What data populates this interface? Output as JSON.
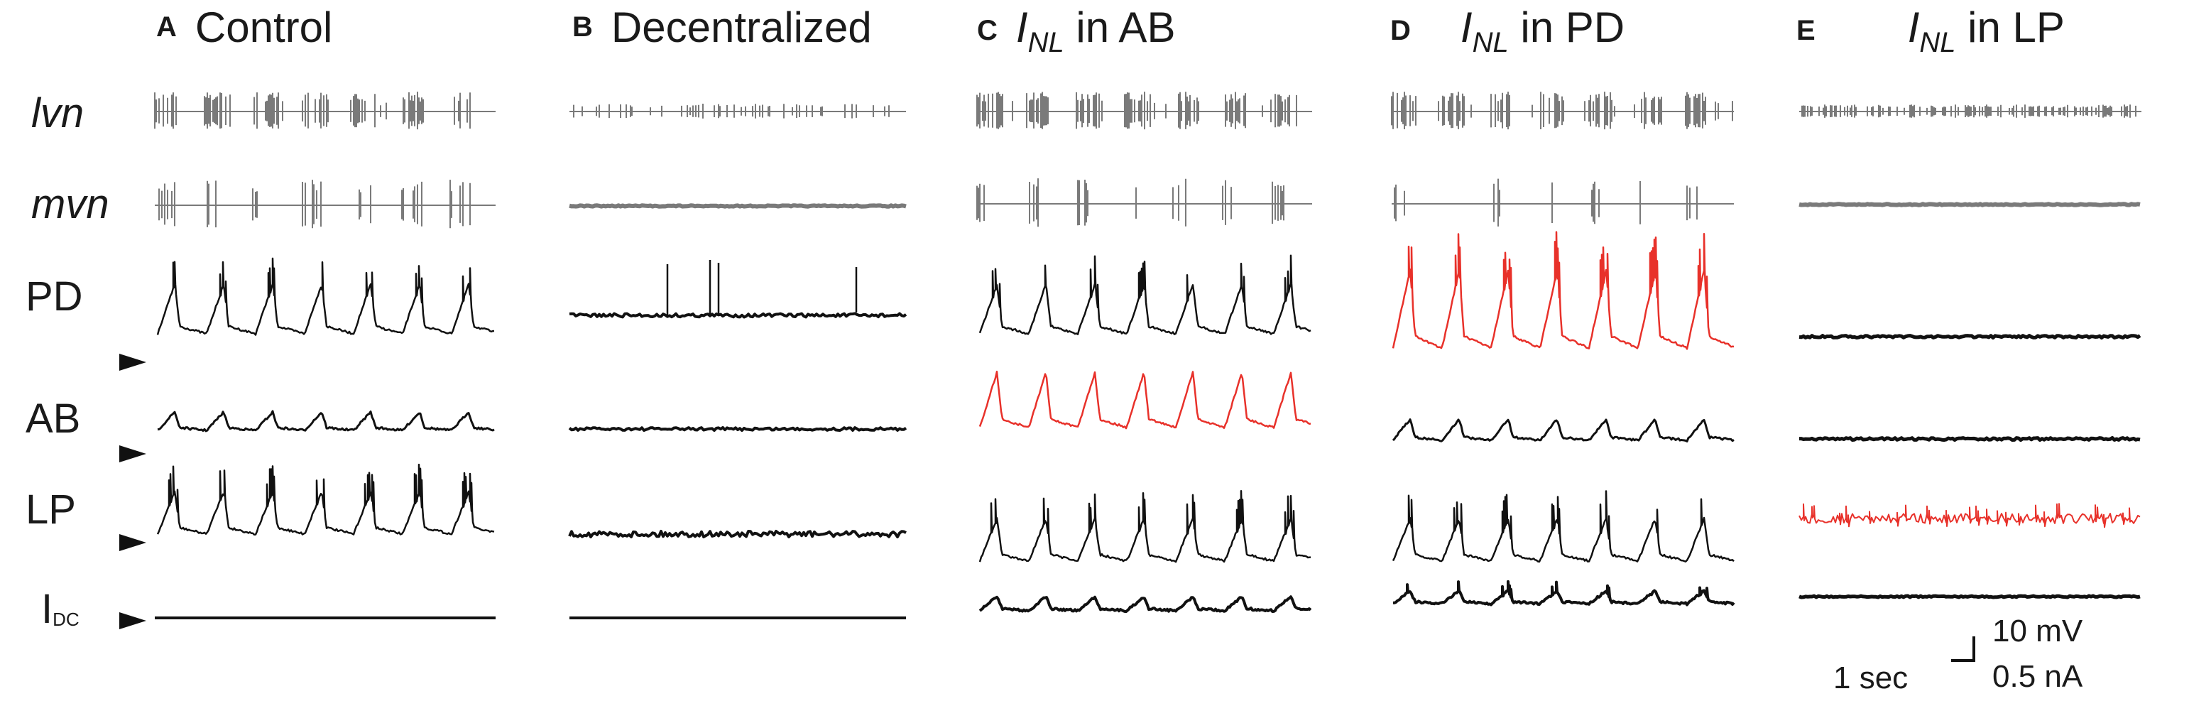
{
  "panels": [
    {
      "letter": "A",
      "title_pre": "",
      "title_main": "Control",
      "title_sub": "",
      "title_post": ""
    },
    {
      "letter": "B",
      "title_pre": "",
      "title_main": "Decentralized",
      "title_sub": "",
      "title_post": ""
    },
    {
      "letter": "C",
      "title_pre": "",
      "title_main": "I",
      "title_sub": "NL",
      "title_post": " in AB"
    },
    {
      "letter": "D",
      "title_pre": "",
      "title_main": "I",
      "title_sub": "NL",
      "title_post": " in PD"
    },
    {
      "letter": "E",
      "title_pre": "",
      "title_main": "I",
      "title_sub": "NL",
      "title_post": " in LP"
    }
  ],
  "row_labels": {
    "lvn": "lvn",
    "mvn": "mvn",
    "pd": "PD",
    "ab": "AB",
    "lp": "LP",
    "idc_main": "I",
    "idc_sub": "DC"
  },
  "scale_bar": {
    "voltage": "10 mV",
    "current": "0.5 nA",
    "time": "1 sec"
  },
  "colors": {
    "extracellular": "#7a7a7a",
    "intracellular": "#111111",
    "highlight": "#e8312a"
  }
}
